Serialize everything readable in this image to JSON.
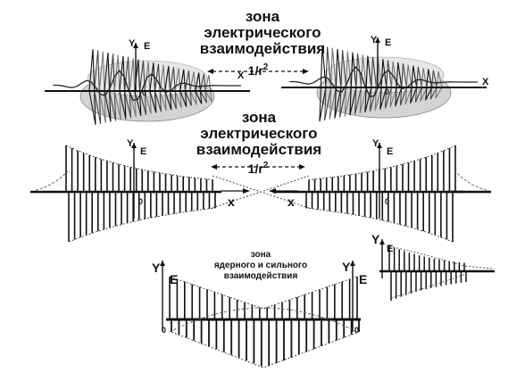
{
  "labels": {
    "zone_em": [
      "зона",
      "электрического",
      "взаимодействия"
    ],
    "zone_nuclear": [
      "зона",
      "ядерного и сильного",
      "взаимодействия"
    ],
    "inverse_square": "1/r",
    "inverse_square_power": "2",
    "axis_y": "Y",
    "axis_e": "E",
    "axis_x": "X",
    "axis_x_lower": "x",
    "origin": "0"
  }
}
